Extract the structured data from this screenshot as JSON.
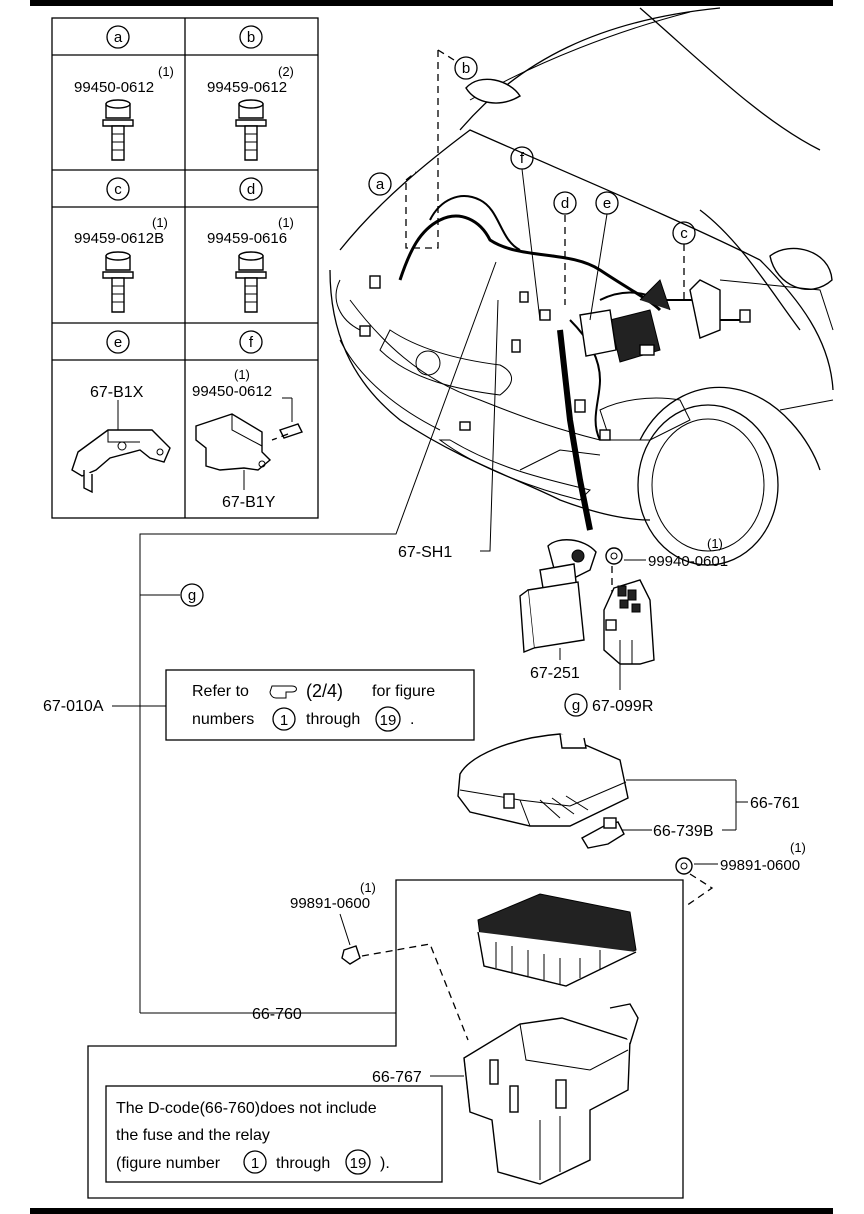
{
  "fastener_table": {
    "cells": [
      {
        "letter": "a",
        "part": "99450-0612",
        "qty": "(1)"
      },
      {
        "letter": "b",
        "part": "99459-0612",
        "qty": "(2)"
      },
      {
        "letter": "c",
        "part": "99459-0612B",
        "qty": "(1)"
      },
      {
        "letter": "d",
        "part": "99459-0616",
        "qty": "(1)"
      },
      {
        "letter": "e",
        "part": "67-B1X",
        "qty": ""
      },
      {
        "letter": "f",
        "part": "99450-0612",
        "qty": "(1)",
        "extra": "67-B1Y"
      }
    ]
  },
  "callouts": {
    "a": "a",
    "b": "b",
    "c": "c",
    "d": "d",
    "e": "e",
    "f": "f",
    "g": "g",
    "g2": "g"
  },
  "labels": {
    "sh1": "67-SH1",
    "p99940": "99940-0601",
    "p99940_qty": "(1)",
    "p67251": "67-251",
    "p67099r": "67-099R",
    "p67010a": "67-010A",
    "p66761": "66-761",
    "p66739b": "66-739B",
    "p99891_right": "99891-0600",
    "p99891_right_qty": "(1)",
    "p99891_left": "99891-0600",
    "p99891_left_qty": "(1)",
    "p66760": "66-760",
    "p66767": "66-767"
  },
  "refer_note": {
    "line1_pre": "Refer to",
    "line1_ref": "(2/4)",
    "line1_post": "for figure",
    "line2_pre": "numbers",
    "num_start": "1",
    "through": "through",
    "num_end": "19",
    "line2_post": "."
  },
  "dcode_note": {
    "line1": "The D-code(66-760)does not include",
    "line2": "the fuse and the relay",
    "line3_pre": "(figure number",
    "num_start": "1",
    "through": "through",
    "num_end": "19",
    "line3_post": ")."
  }
}
